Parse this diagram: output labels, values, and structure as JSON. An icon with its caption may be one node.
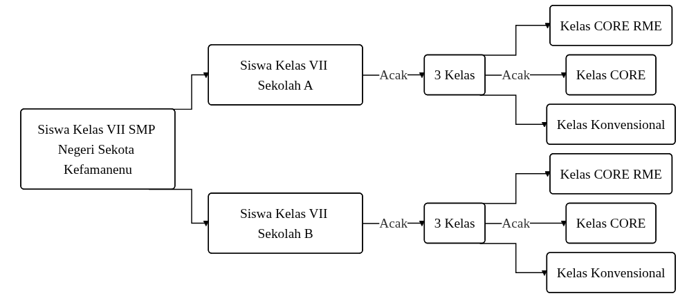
{
  "diagram": {
    "nodes": [
      {
        "text": [
          "Siswa Kelas VII SMP Negeri Sekota Kefamanenu"
        ]
      },
      {
        "text": [
          "Siswa Kelas VII Sekolah A"
        ]
      },
      {
        "text": [
          "Siswa Kelas VII Sekolah B"
        ]
      },
      {
        "text": [
          "3 Kelas"
        ]
      },
      {
        "text": [
          "Kelas CORE RME"
        ]
      },
      {
        "text": [
          "Kelas CORE"
        ]
      },
      {
        "text": [
          "Kelas Konvensional"
        ]
      },
      {
        "text": [
          "3 Kelas"
        ]
      },
      {
        "text": [
          "Kelas CORE RME"
        ]
      },
      {
        "text": [
          "Kelas CORE"
        ]
      },
      {
        "text": [
          "Kelas Konvensional"
        ]
      }
    ],
    "edges": [
      {
        "from": 0,
        "to": 1,
        "arrow": "to"
      },
      {
        "from": 0,
        "to": 2,
        "arrow": "to"
      },
      {
        "from": 1,
        "to": 3,
        "arrow": "to",
        "label": "Acak"
      },
      {
        "from": 2,
        "to": 7,
        "arrow": "to",
        "label": "Acak"
      },
      {
        "from": 3,
        "to": 4,
        "arrow": "to"
      },
      {
        "from": 3,
        "to": 5,
        "arrow": "to",
        "label": "Acak"
      },
      {
        "from": 3,
        "to": 6,
        "arrow": "to"
      },
      {
        "from": 7,
        "to": 8,
        "arrow": "to"
      },
      {
        "from": 7,
        "to": 9,
        "arrow": "to",
        "label": "Acak"
      },
      {
        "from": 7,
        "to": 10,
        "arrow": "to"
      }
    ]
  }
}
